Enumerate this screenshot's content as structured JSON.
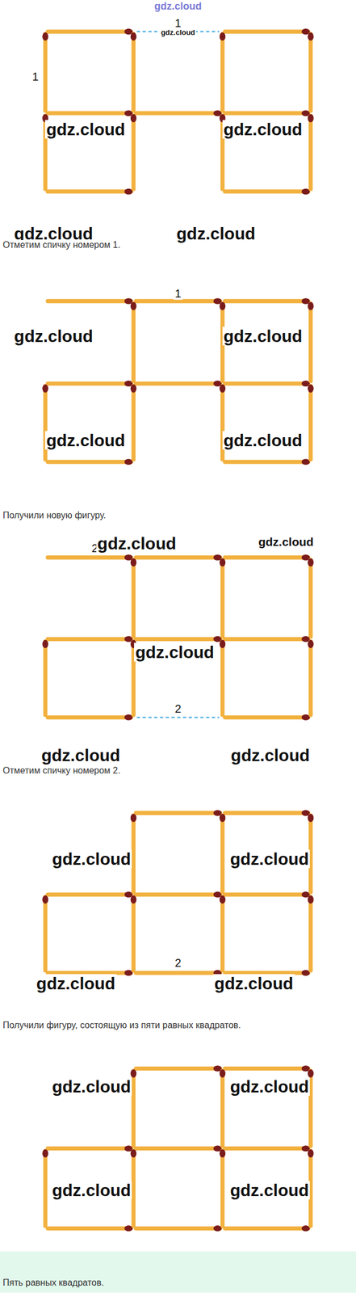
{
  "diagram": {
    "labels": [
      "gdz.cloud",
      "1",
      "gdz.cloud",
      "1",
      "gdz.cloud",
      "gdz.cloud",
      "gdz.cloud",
      "gdz.cloud",
      "Отметим спичку номером 1.",
      "1",
      "gdz.cloud",
      "gdz.cloud",
      "gdz.cloud",
      "gdz.cloud",
      "Получили новую фигуру.",
      "2",
      "gdz.cloud",
      "gdz.cloud",
      "gdz.cloud",
      "2",
      "gdz.cloud",
      "gdz.cloud",
      "Отметим спичку номером 2.",
      "gdz.cloud",
      "gdz.cloud",
      "2",
      "gdz.cloud",
      "gdz.cloud",
      "Получили фигуру, состоящую из пяти равных квадратов.",
      "gdz.cloud",
      "gdz.cloud",
      "gdz.cloud",
      "gdz.cloud",
      "Пять равных квадратов."
    ]
  }
}
